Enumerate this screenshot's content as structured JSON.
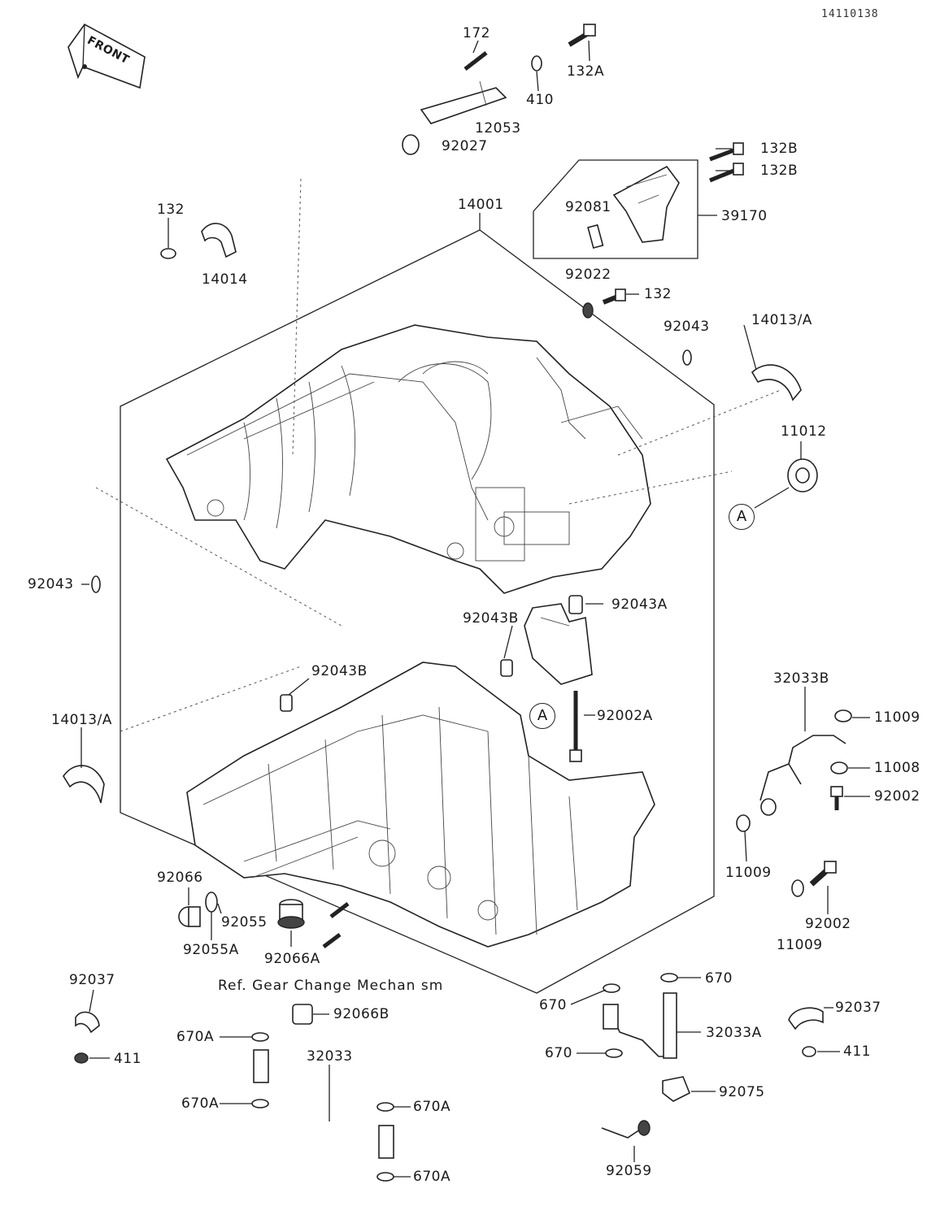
{
  "diagram": {
    "code": "14110138",
    "front_label": "FRONT",
    "ref_note": "Ref. Gear Change Mechan sm",
    "callout_letter": "A",
    "labels": {
      "p172": "172",
      "p410": "410",
      "p132A": "132A",
      "p12053": "12053",
      "p92027": "92027",
      "p132B1": "132B",
      "p132B2": "132B",
      "p39170": "39170",
      "p92081": "92081",
      "p92022": "92022",
      "p132_top": "132",
      "p14014": "14014",
      "p14001": "14001",
      "p132_r": "132",
      "p92043_top": "92043",
      "p14013A_r": "14013/A",
      "p11012": "11012",
      "p92043_left": "92043",
      "p92043A": "92043A",
      "p92043B_r": "92043B",
      "p92043B_l": "92043B",
      "p92002A": "92002A",
      "p14013A_l": "14013/A",
      "p32033B": "32033B",
      "p11009_a": "11009",
      "p11008": "11008",
      "p92002_a": "92002",
      "p11009_b": "11009",
      "p92002_b": "92002",
      "p11009_c": "11009",
      "p92066": "92066",
      "p92055": "92055",
      "p92055A": "92055A",
      "p92066A": "92066A",
      "p92037_l": "92037",
      "p411_l": "411",
      "p92066B": "92066B",
      "p670A_1": "670A",
      "p32033": "32033",
      "p670A_2": "670A",
      "p670A_3": "670A",
      "p670A_4": "670A",
      "p670_1": "670",
      "p670_2": "670",
      "p670_3": "670",
      "p32033A": "32033A",
      "p92037_r": "92037",
      "p411_r": "411",
      "p92075": "92075",
      "p92059": "92059"
    }
  }
}
